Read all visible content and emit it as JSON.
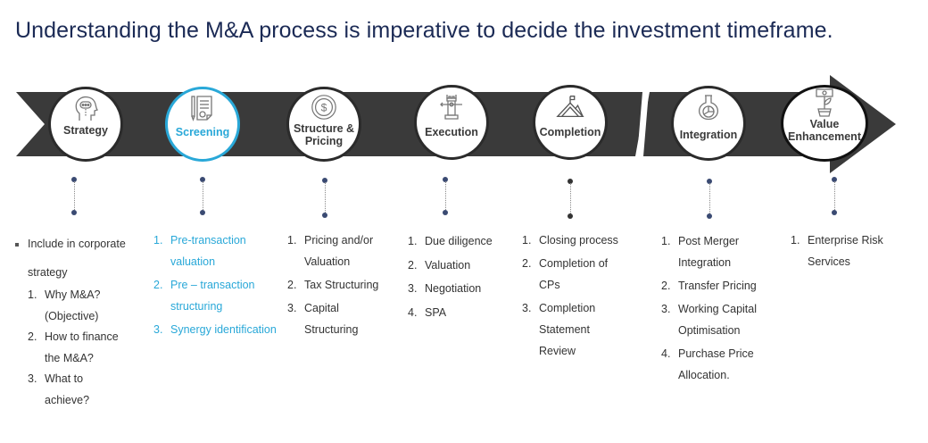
{
  "title": "Understanding the M&A process is imperative to decide the investment timeframe.",
  "colors": {
    "title": "#1b2a55",
    "arrow_band": "#3a3a3a",
    "active_accent": "#29a8d8",
    "circle_border": "#2b2b2b",
    "connector_dot": "#3a4a72",
    "body_text": "#333333"
  },
  "stages": [
    {
      "label": "Strategy",
      "icon": "head-cloud-icon",
      "active": false
    },
    {
      "label": "Screening",
      "icon": "document-pen-icon",
      "active": true
    },
    {
      "label": "Structure & Pricing",
      "label_line1": "Structure &",
      "label_line2": "Pricing",
      "icon": "dollar-coin-icon",
      "active": false
    },
    {
      "label": "Execution",
      "icon": "chess-rook-icon",
      "active": false
    },
    {
      "label": "Completion",
      "icon": "mountain-flag-icon",
      "active": false
    },
    {
      "label": "Integration",
      "icon": "flask-chart-icon",
      "active": false
    },
    {
      "label": "Value Enhancement",
      "label_line1": "Value",
      "label_line2": "Enhancement",
      "icon": "money-plant-icon",
      "active": false
    }
  ],
  "details": {
    "strategy": {
      "bullet_line1": "Include in corporate",
      "bullet_line2": "strategy",
      "items": [
        {
          "num": "1.",
          "line1": "Why M&A?",
          "line2": "(Objective)"
        },
        {
          "num": "2.",
          "line1": "How to finance",
          "line2": "the M&A?"
        },
        {
          "num": "3.",
          "line1": "What to",
          "line2": "achieve?"
        }
      ]
    },
    "screening": {
      "items": [
        {
          "num": "1.",
          "line1": "Pre-transaction",
          "line2": "valuation"
        },
        {
          "num": "2.",
          "line1": "Pre – transaction",
          "line2": "structuring"
        },
        {
          "num": "3.",
          "line1": "Synergy identification",
          "line2": ""
        }
      ]
    },
    "structure_pricing": {
      "items": [
        {
          "num": "1.",
          "line1": "Pricing and/or",
          "line2": "Valuation"
        },
        {
          "num": "2.",
          "line1": "Tax Structuring",
          "line2": ""
        },
        {
          "num": "3.",
          "line1": "Capital",
          "line2": "Structuring"
        }
      ]
    },
    "execution": {
      "items": [
        {
          "num": "1.",
          "line1": "Due diligence"
        },
        {
          "num": "2.",
          "line1": "Valuation"
        },
        {
          "num": "3.",
          "line1": "Negotiation"
        },
        {
          "num": "4.",
          "line1": "SPA"
        }
      ]
    },
    "completion": {
      "items": [
        {
          "num": "1.",
          "line1": "Closing process",
          "line2": "",
          "line3": ""
        },
        {
          "num": "2.",
          "line1": "Completion of",
          "line2": "CPs",
          "line3": ""
        },
        {
          "num": "3.",
          "line1": "Completion",
          "line2": "Statement",
          "line3": "Review"
        }
      ]
    },
    "integration": {
      "items": [
        {
          "num": "1.",
          "line1": "Post Merger",
          "line2": "Integration"
        },
        {
          "num": "2.",
          "line1": "Transfer Pricing",
          "line2": ""
        },
        {
          "num": "3.",
          "line1": "Working Capital",
          "line2": "Optimisation"
        },
        {
          "num": "4.",
          "line1": "Purchase Price",
          "line2": "Allocation."
        }
      ]
    },
    "value_enhancement": {
      "items": [
        {
          "num": "1.",
          "line1": "Enterprise Risk",
          "line2": "Services"
        }
      ]
    }
  }
}
